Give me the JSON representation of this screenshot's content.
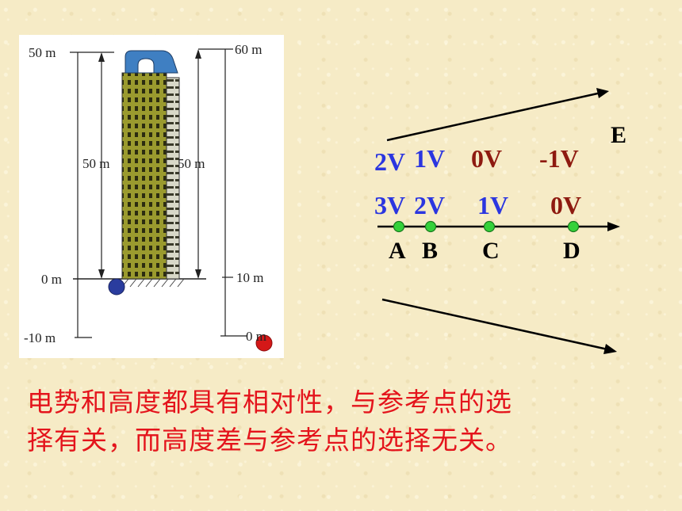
{
  "left_scale": {
    "top": "50 m",
    "mid": "50 m",
    "zero": "0 m",
    "bottom": "-10 m"
  },
  "right_scale": {
    "top": "60 m",
    "mid": "50 m",
    "ten": "10 m",
    "zero": "0 m"
  },
  "field_label": "E",
  "row1": {
    "a": "2V",
    "b": "1V",
    "c": "0V",
    "d": "-1V"
  },
  "row2": {
    "a": "3V",
    "b": "2V",
    "c": "1V",
    "d": "0V"
  },
  "points": [
    "A",
    "B",
    "C",
    "D"
  ],
  "caption": {
    "line1": "电势和高度都具有相对性，与参考点的选",
    "line2": "择有关，而高度差与参考点的选择无关。"
  },
  "colors": {
    "blue_text": "#2b36e0",
    "darkred_text": "#8e1a10",
    "caption": "#e4141c",
    "point": "#34d13a",
    "building": "#9a9a2e",
    "roof": "#3f7fc2",
    "ball_left": "#2a3c9e",
    "ball_right": "#d41818"
  }
}
